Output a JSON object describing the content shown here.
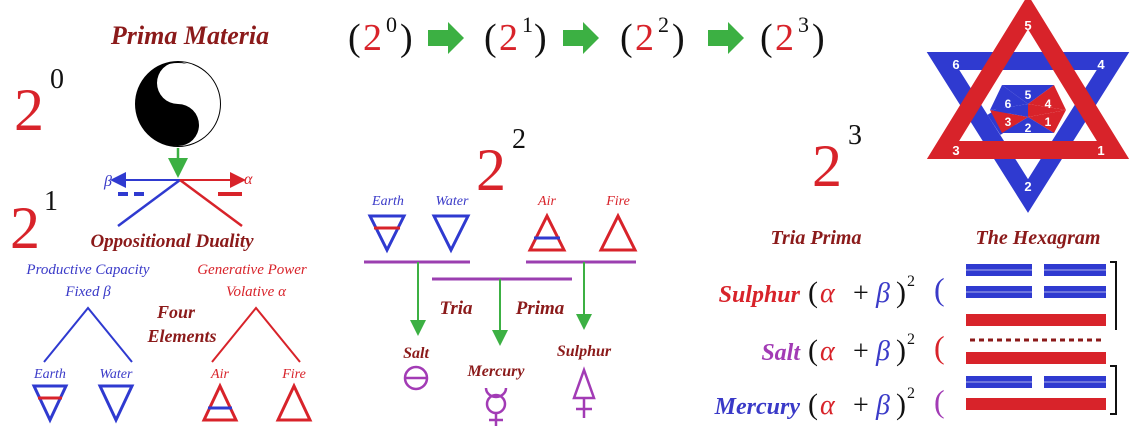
{
  "colors": {
    "red": "#d8232a",
    "blue": "#2f3ad0",
    "maroon": "#8b1a1a",
    "purple": "#a23bb5",
    "green": "#3cb043",
    "black": "#111111"
  },
  "title": {
    "prima_materia": "Prima Materia"
  },
  "sequence": {
    "items": [
      {
        "open": "(",
        "base": "2",
        "exp": "0",
        "close": ")"
      },
      {
        "open": "(",
        "base": "2",
        "exp": "1",
        "close": ")"
      },
      {
        "open": "(",
        "base": "2",
        "exp": "2",
        "close": ")"
      },
      {
        "open": "(",
        "base": "2",
        "exp": "3",
        "close": ")"
      }
    ]
  },
  "levels": {
    "l0": {
      "base": "2",
      "exp": "0"
    },
    "l1": {
      "base": "2",
      "exp": "1"
    },
    "l2": {
      "base": "2",
      "exp": "2"
    },
    "l3": {
      "base": "2",
      "exp": "3"
    }
  },
  "duality": {
    "beta": "β",
    "alpha": "α",
    "label": "Oppositional Duality",
    "productive": "Productive Capacity",
    "fixed": "Fixed β",
    "generative": "Generative Power",
    "volative": "Volative α",
    "four_elements_1": "Four",
    "four_elements_2": "Elements"
  },
  "elements": {
    "earth": "Earth",
    "water": "Water",
    "air": "Air",
    "fire": "Fire"
  },
  "tria": {
    "tria": "Tria",
    "prima": "Prima",
    "salt": "Salt",
    "mercury": "Mercury",
    "sulphur": "Sulphur"
  },
  "hexagram_star": {
    "outer": [
      "5",
      "4",
      "1",
      "2",
      "3",
      "6"
    ],
    "inner": [
      "5",
      "4",
      "1",
      "2",
      "3",
      "6"
    ]
  },
  "table": {
    "col1": "Tria Prima",
    "col2": "The Hexagram",
    "rows": [
      {
        "name": "Sulphur",
        "formula_open": "(",
        "alpha": "α",
        "plus": " + ",
        "beta": "β",
        "close": ")",
        "sq": "2",
        "paren": "("
      },
      {
        "name": "Salt",
        "formula_open": "(",
        "alpha": "α",
        "plus": " + ",
        "beta": "β",
        "close": ")",
        "sq": "2",
        "paren": "("
      },
      {
        "name": "Mercury",
        "formula_open": "(",
        "alpha": "α",
        "plus": " + ",
        "beta": "β",
        "close": ")",
        "sq": "2",
        "paren": "("
      }
    ]
  }
}
